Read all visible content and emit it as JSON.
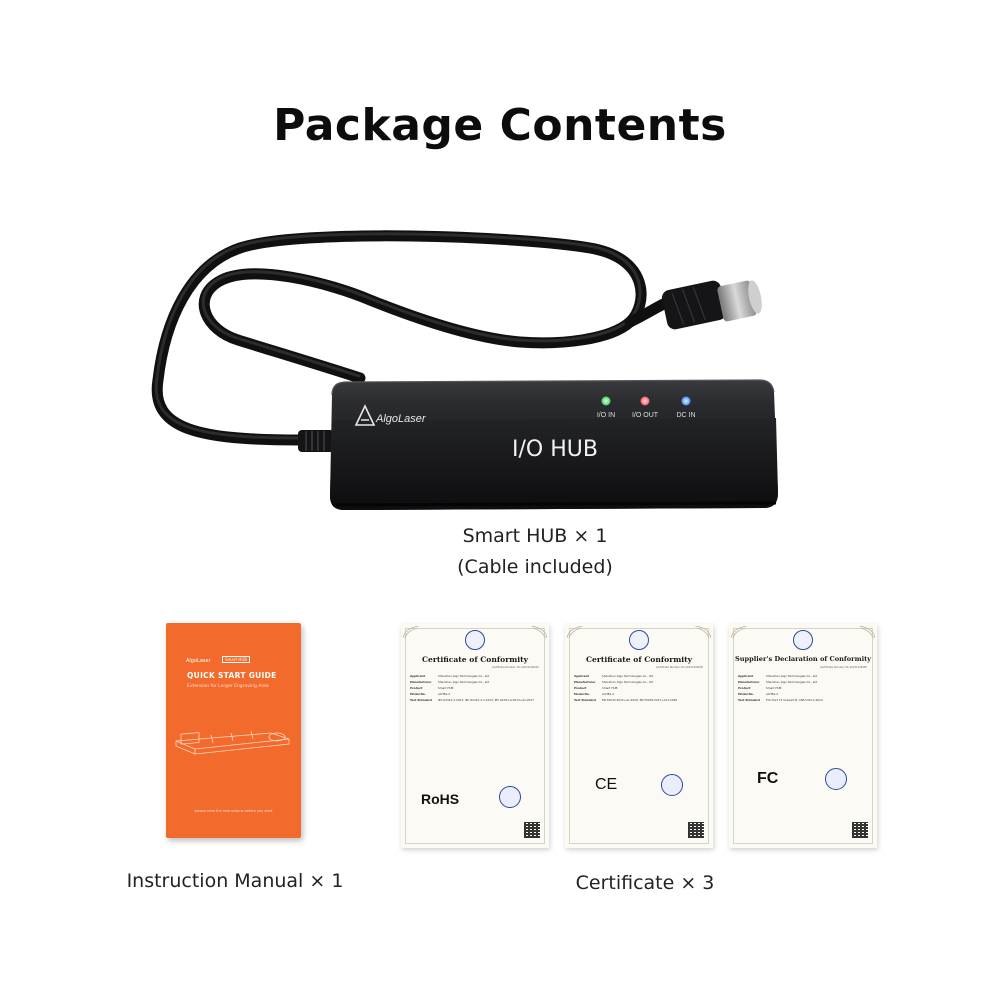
{
  "page": {
    "title": "Package Contents"
  },
  "hub": {
    "brand": "AlgoLaser",
    "label": "I/O HUB",
    "indicators": [
      {
        "label": "I/O IN",
        "color": "#3bd35a"
      },
      {
        "label": "I/O OUT",
        "color": "#ff4f5e"
      },
      {
        "label": "DC IN",
        "color": "#3d8bff"
      }
    ],
    "caption_line1": "Smart HUB × 1",
    "caption_line2": "(Cable included)"
  },
  "manual": {
    "brand": "AlgoLaser",
    "brand_tag": "Smart HUB",
    "title": "QUICK START GUIDE",
    "subtitle": "Extension for Larger Engraving Area",
    "footer": "please read the instructions before you start",
    "caption": "Instruction Manual × 1",
    "color": "#f26a2c"
  },
  "certificates": {
    "caption": "Certificate × 3",
    "items": [
      {
        "title": "Certificate of Conformity",
        "number": "Certificate Number: DL-2023120604C",
        "mark": "RoHS",
        "applicant_key": "Applicant",
        "applicant": "Shenzhen Algo Technologies Co., Ltd",
        "manufacturer_key": "Manufacturer",
        "manufacturer": "Shenzhen Algo Technologies Co., Ltd",
        "product_key": "Product",
        "product": "Smart HUB",
        "model_key": "Model No.",
        "model": "ALHB1-2",
        "standard_key": "Test Standard",
        "standard": "IEC 62321-1:2013, IEC 62321-3-1:2013, IEC 62321-4:2013+A1:2017"
      },
      {
        "title": "Certificate of Conformity",
        "number": "Certificate Number: DL-2023120605E",
        "mark": "CE",
        "applicant_key": "Applicant",
        "applicant": "Shenzhen Algo Technologies Co., Ltd",
        "manufacturer_key": "Manufacturer",
        "manufacturer": "Shenzhen Algo Technologies Co., Ltd",
        "product_key": "Product",
        "product": "Smart HUB",
        "model_key": "Model No.",
        "model": "ALHB1-2",
        "standard_key": "Test Standard",
        "standard": "EN 55032:2015+A1:2020, EN 55035:2017+A11:2020"
      },
      {
        "title": "Supplier's Declaration of Conformity",
        "number": "Certificate Number: DL-2023120606F",
        "mark": "FC",
        "applicant_key": "Applicant",
        "applicant": "Shenzhen Algo Technologies Co., Ltd",
        "manufacturer_key": "Manufacturer",
        "manufacturer": "Shenzhen Algo Technologies Co., Ltd",
        "product_key": "Product",
        "product": "Smart HUB",
        "model_key": "Model No.",
        "model": "ALHB1-2",
        "standard_key": "Test Standard",
        "standard": "FCC Part 15 Subpart B, ANSI C63.4-2014"
      }
    ]
  }
}
